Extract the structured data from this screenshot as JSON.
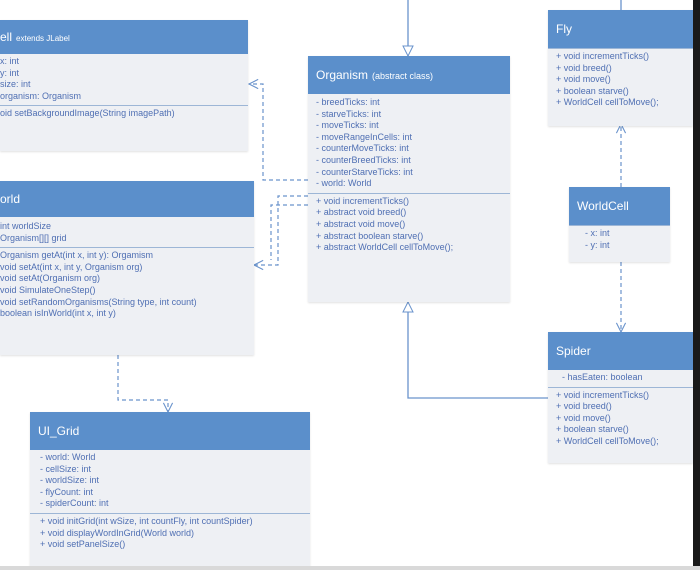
{
  "classes": {
    "cell": {
      "name": "ell",
      "extends": "extends JLabel",
      "attributes": [
        "x: int",
        "y: int",
        "size: int",
        "organism: Organism"
      ],
      "methods": [
        "oid setBackgroundImage(String imagePath)"
      ]
    },
    "organism": {
      "name": "Organism",
      "stereotype": "(abstract class)",
      "attributes": [
        "- breedTicks: int",
        "- starveTicks: int",
        "- moveTicks: int",
        "- moveRangeInCells: int",
        "- counterMoveTicks: int",
        "- counterBreedTicks: int",
        "- counterStarveTicks: int",
        "- world: World"
      ],
      "methods": [
        "+ void incrementTicks()",
        "+ abstract void breed()",
        "+ abstract void move()",
        "+ abstract boolean starve()",
        "+ abstract WorldCell cellToMove();"
      ]
    },
    "fly": {
      "name": "Fly",
      "methods": [
        "+ void incrementTicks()",
        "+ void breed()",
        "+ void move()",
        "+ boolean starve()",
        "+ WorldCell cellToMove();"
      ]
    },
    "world": {
      "name": "orld",
      "attributes": [
        "int worldSize",
        "Organism[][] grid"
      ],
      "methods": [
        "Organism getAt(int x, int y): Orgamism",
        "void setAt(int x, int y, Organism org)",
        "void setAt(Organism org)",
        "void SimulateOneStep()",
        "void setRandomOrganisms(String type, int count)",
        "boolean isInWorld(int x, int y)"
      ]
    },
    "worldcell": {
      "name": "WorldCell",
      "attributes": [
        "- x: int",
        "- y: int"
      ]
    },
    "spider": {
      "name": "Spider",
      "attributes": [
        "- hasEaten: boolean"
      ],
      "methods": [
        "+ void incrementTicks()",
        "+ void breed()",
        "+ void move()",
        "+ boolean starve()",
        "+ WorldCell cellToMove();"
      ]
    },
    "ui_grid": {
      "name": "UI_Grid",
      "attributes": [
        "- world: World",
        "- cellSize: int",
        "- worldSize: int",
        "- flyCount: int",
        "- spiderCount: int"
      ],
      "methods": [
        "+ void initGrid(int wSize, int countFly, int countSpider)",
        "+ void displayWordInGrid(World world)",
        "+ void setPanelSize()"
      ]
    }
  },
  "colors": {
    "header": "#5b8fcb",
    "body": "#eef0f4",
    "text": "#4f6fb3",
    "line": "#6a93cc"
  }
}
